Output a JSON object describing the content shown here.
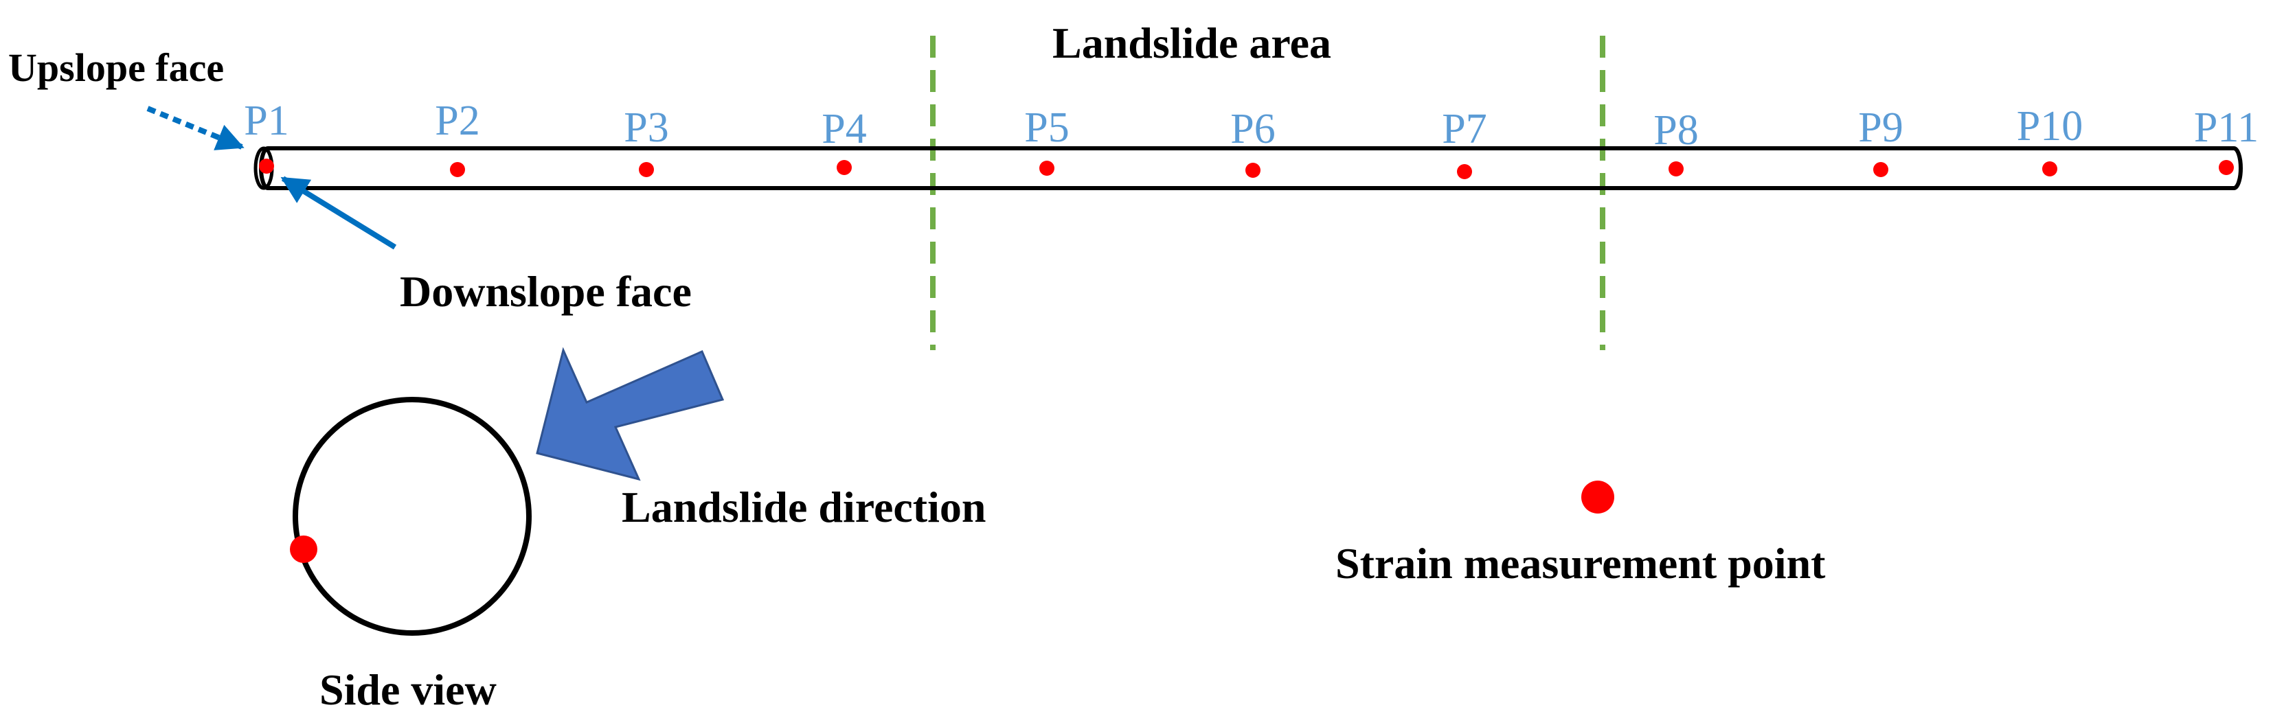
{
  "labels": {
    "upslope_face": "Upslope face",
    "downslope_face": "Downslope face",
    "landslide_area": "Landslide area",
    "landslide_direction": "Landslide direction",
    "side_view": "Side view",
    "strain_point_legend": "Strain measurement point"
  },
  "points": [
    "P1",
    "P2",
    "P3",
    "P4",
    "P5",
    "P6",
    "P7",
    "P8",
    "P9",
    "P10",
    "P11"
  ],
  "colors": {
    "point_label": "#5b9bd5",
    "strain_point": "#ff0000",
    "boundary_line": "#70ad47",
    "arrow": "#0070c0",
    "direction_arrow": "#4472c4",
    "text": "#000000"
  },
  "icons": {
    "upslope_arrow": "dotted-arrow-icon",
    "downslope_arrow": "solid-arrow-icon",
    "landslide_direction": "block-arrow-icon"
  }
}
